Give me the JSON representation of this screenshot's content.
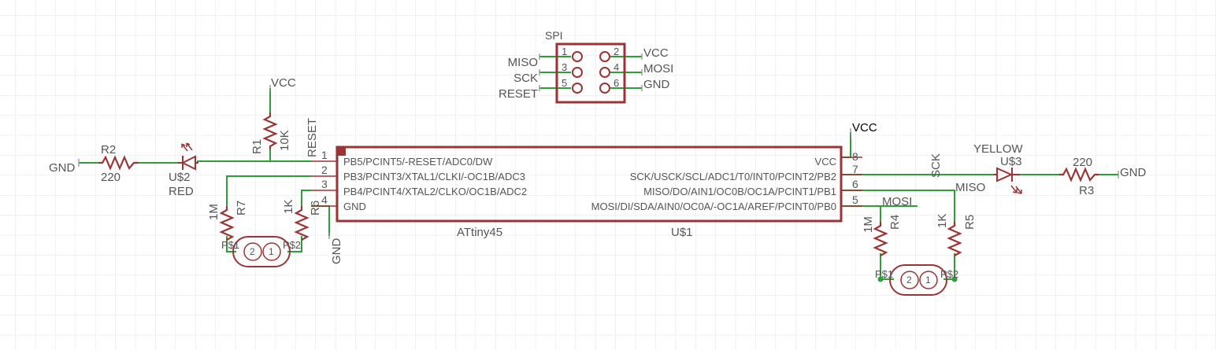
{
  "colors": {
    "background": "#ffffff",
    "grid": "#e3e3e3",
    "wire": "#2e9e3a",
    "part": "#9b3434",
    "text": "#555555",
    "label_dark": "#000000",
    "junction": "#2e9e3a"
  },
  "spi": {
    "title": "SPI",
    "left_pins": [
      "1",
      "3",
      "5"
    ],
    "right_pins": [
      "2",
      "4",
      "6"
    ],
    "left_signals": [
      "MISO",
      "SCK",
      "RESET"
    ],
    "right_signals": [
      "VCC",
      "MOSI",
      "GND"
    ]
  },
  "mcu": {
    "name": "ATtiny45",
    "ref": "U$1",
    "left_pin_numbers": [
      "1",
      "2",
      "3",
      "4"
    ],
    "left_pin_names": [
      "PB5/PCINT5/-RESET/ADC0/DW",
      "PB3/PCINT3/XTAL1/CLKI/-OC1B/ADC3",
      "PB4/PCINT4/XTAL2/CLKO/OC1B/ADC2",
      "GND"
    ],
    "right_pin_numbers": [
      "8",
      "7",
      "6",
      "5"
    ],
    "right_pin_names": [
      "VCC",
      "SCK/USCK/SCL/ADC1/T0/INT0/PCINT2/PB2",
      "MISO/DO/AIN1/OC0B/OC1A/PCINT1/PB1",
      "MOSI/DI/SDA/AIN0/OC0A/-OC1A/AREF/PCINT0/PB0"
    ]
  },
  "nets": {
    "vcc_top": "VCC",
    "vcc_mcu": "VCC",
    "reset": "RESET",
    "gnd_left": "GND",
    "gnd_mcu": "GND",
    "gnd_right": "GND",
    "sck": "SCK",
    "miso": "MISO",
    "mosi": "MOSI"
  },
  "parts": {
    "r1": {
      "ref": "R1",
      "value": "10K"
    },
    "r2": {
      "ref": "R2",
      "value": "220"
    },
    "r3": {
      "ref": "R3",
      "value": "220"
    },
    "r4": {
      "ref": "R4",
      "value": "1M"
    },
    "r5": {
      "ref": "R5",
      "value": "1K"
    },
    "r6": {
      "ref": "R6",
      "value": "1K"
    },
    "r7": {
      "ref": "R7",
      "value": "1M"
    },
    "led_red": {
      "ref": "U$2",
      "value": "RED"
    },
    "led_yellow": {
      "ref": "U$3",
      "value": "YELLOW"
    },
    "pad_left": {
      "p1": "P$1",
      "p2": "P$2",
      "n2": "2",
      "n1": "1"
    },
    "pad_right": {
      "p1": "P$1",
      "p2": "P$2",
      "n2": "2",
      "n1": "1"
    }
  }
}
